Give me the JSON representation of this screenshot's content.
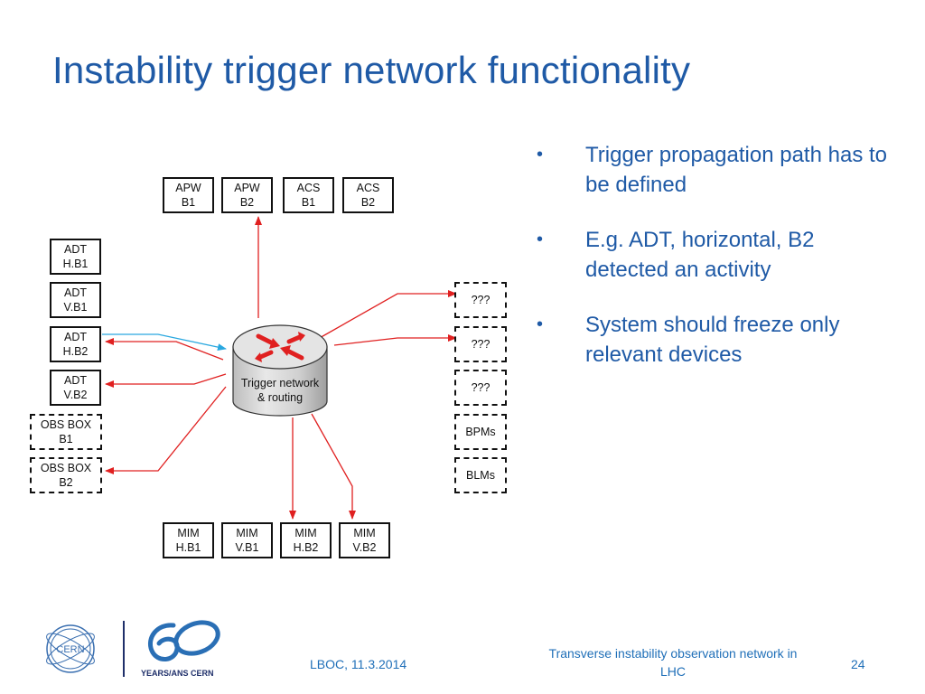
{
  "slide": {
    "title": "Instability trigger network functionality",
    "bullets": [
      "Trigger propagation path has to be defined",
      "E.g. ADT, horizontal, B2 detected an activity",
      "System should freeze only relevant devices"
    ],
    "bullet_glyph": "•"
  },
  "diagram": {
    "router_label": "Trigger network\n& routing",
    "top_boxes": [
      "APW\nB1",
      "APW\nB2",
      "ACS\nB1",
      "ACS\nB2"
    ],
    "left_boxes": [
      "ADT\nH.B1",
      "ADT\nV.B1",
      "ADT\nH.B2",
      "ADT\nV.B2",
      "OBS BOX\nB1",
      "OBS BOX\nB2"
    ],
    "right_boxes": [
      "???",
      "???",
      "???",
      "BPMs",
      "BLMs"
    ],
    "bottom_boxes": [
      "MIM\nH.B1",
      "MIM\nV.B1",
      "MIM\nH.B2",
      "MIM\nV.B2"
    ],
    "colors": {
      "arrow": "#e02020",
      "input_arrow": "#2aa8e0",
      "title": "#1f5aa6",
      "footer": "#1f6fb8"
    }
  },
  "footer": {
    "date": "LBOC, 11.3.2014",
    "center": "Transverse instability observation network in LHC",
    "page": "24",
    "logo_cern": "CERN",
    "logo_anniv": "YEARS/ANS CERN"
  }
}
